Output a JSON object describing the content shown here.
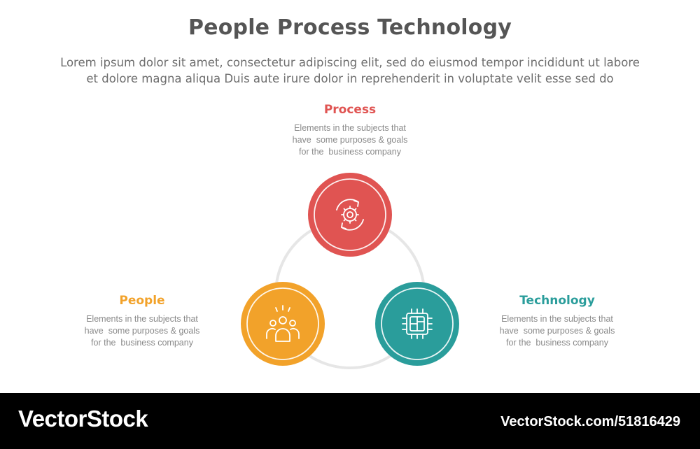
{
  "header": {
    "title": "People Process Technology",
    "subtitle_line1": "Lorem ipsum dolor sit amet, consectetur adipiscing elit, sed do eiusmod tempor incididunt ut labore",
    "subtitle_line2": "et dolore magna aliqua Duis aute irure dolor in reprehenderit in voluptate velit esse sed do"
  },
  "blocks": {
    "process": {
      "title": "Process",
      "color": "#e05452",
      "icon": "gear-cycle-icon",
      "desc": [
        "Elements in the subjects that",
        "have  some purposes & goals",
        "for the  business company"
      ]
    },
    "people": {
      "title": "People",
      "color": "#f2a22a",
      "icon": "team-icon",
      "desc": [
        "Elements in the subjects that",
        "have  some purposes & goals",
        "for the  business company"
      ]
    },
    "technology": {
      "title": "Technology",
      "color": "#2a9d9b",
      "icon": "cpu-chip-icon",
      "desc": [
        "Elements in the subjects that",
        "have  some purposes & goals",
        "for the  business company"
      ]
    }
  },
  "colors": {
    "ring": "#e6e6e6",
    "text_dark": "#555555",
    "text_muted": "#8a8a8a"
  },
  "footer": {
    "brand": "VectorStock",
    "stock_id": "VectorStock.com/51816429"
  }
}
